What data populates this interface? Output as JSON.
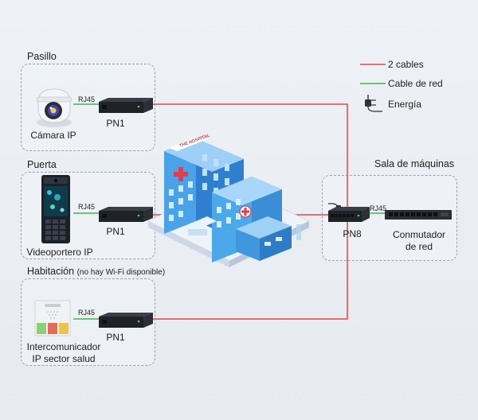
{
  "legend": {
    "two_cables": "2 cables",
    "network_cable": "Cable de red",
    "power": "Energía",
    "colors": {
      "two_cables": "#e04848",
      "network_cable": "#3db84d",
      "power": "#333333"
    }
  },
  "zones": {
    "hallway": {
      "title": "Pasillo",
      "device_label": "Cámara IP",
      "pn_label": "PN1",
      "port_label": "RJ45"
    },
    "door": {
      "title": "Puerta",
      "device_label": "Videoportero IP",
      "pn_label": "PN1",
      "port_label": "RJ45"
    },
    "room": {
      "title": "Habitación",
      "note": "(no hay Wi-Fi disponible)",
      "device_label_line1": "Intercomunicador",
      "device_label_line2": "IP sector salud",
      "pn_label": "PN1",
      "port_label": "RJ45"
    },
    "machine_room": {
      "title": "Sala de máquinas",
      "pn8_label": "PN8",
      "port_label": "RJ45",
      "switch_label_line1": "Conmutador",
      "switch_label_line2": "de red"
    }
  },
  "building": {
    "sign_text": "THE HOSPITAL",
    "icon": "hospital-building-icon"
  }
}
